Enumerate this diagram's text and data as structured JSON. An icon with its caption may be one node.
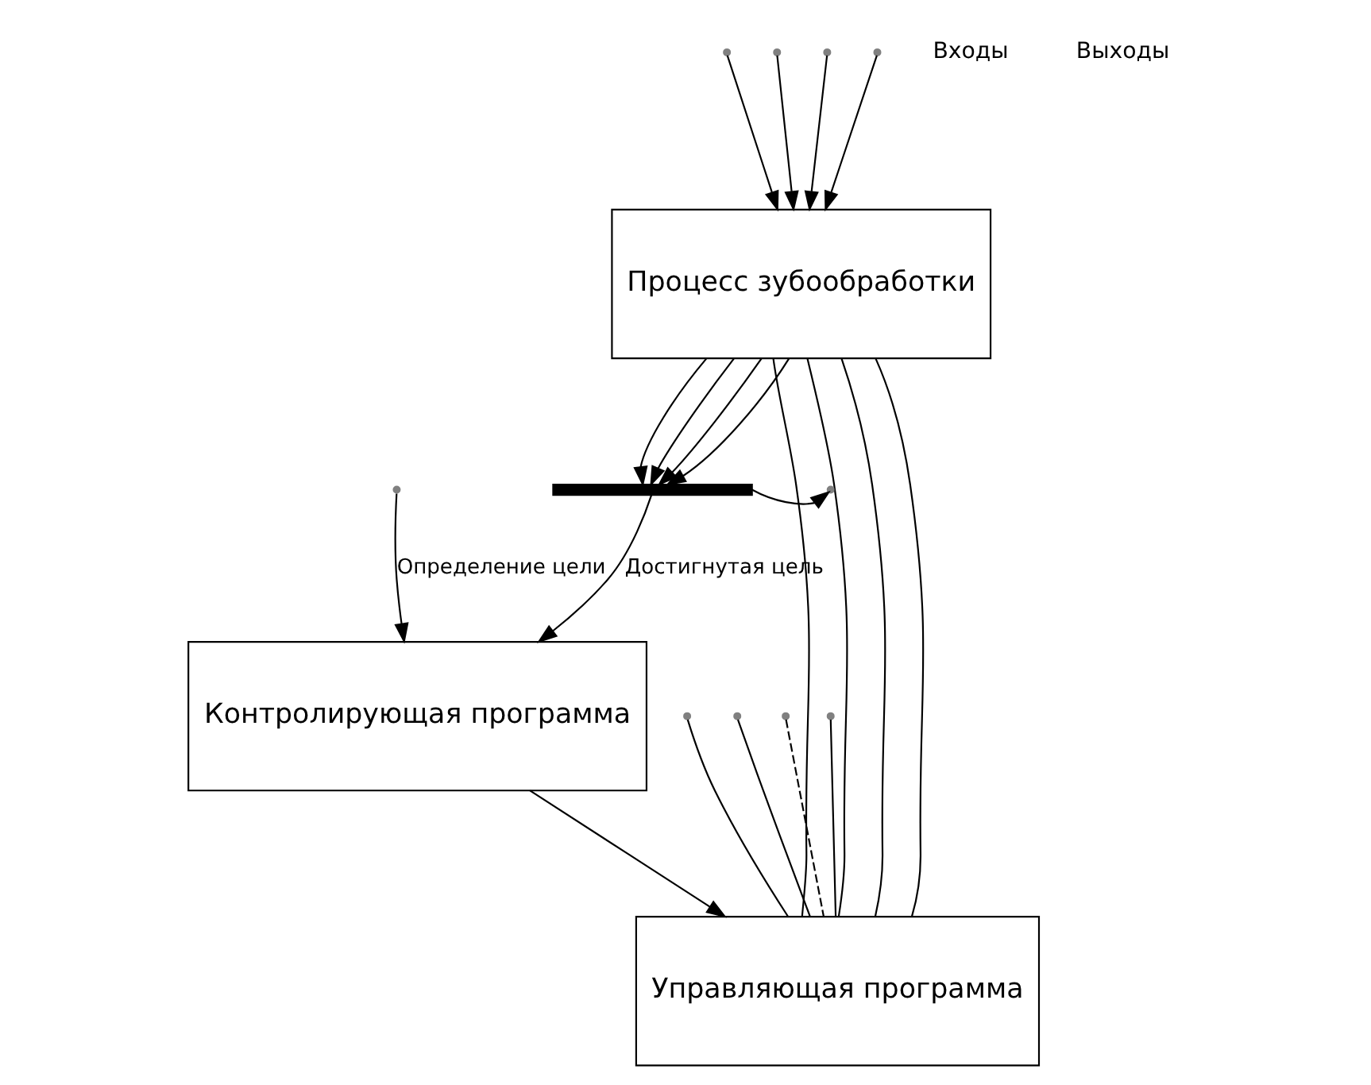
{
  "diagram": {
    "nodes": [
      {
        "text": [
          "Процесс зубообработки"
        ]
      },
      {
        "text": [
          "Управляющая программа"
        ]
      },
      {
        "text": [
          "Контролирующая программа"
        ]
      },
      {
        "text": [],
        "shape": "brace"
      }
    ],
    "edges": [
      {
        "from": null,
        "to": 0,
        "arrow": "to"
      },
      {
        "from": null,
        "to": 0,
        "arrow": "to"
      },
      {
        "from": null,
        "to": 0,
        "arrow": "to"
      },
      {
        "from": null,
        "to": 0,
        "arrow": "to"
      },
      {
        "from": null,
        "to": 1,
        "arrow": "none"
      },
      {
        "from": null,
        "to": 1,
        "arrow": "none"
      },
      {
        "from": null,
        "to": 1,
        "arrow": "none",
        "style": "dashed"
      },
      {
        "from": null,
        "to": 1,
        "arrow": "none"
      },
      {
        "from": 0,
        "to": 3,
        "arrow": "to"
      },
      {
        "from": 0,
        "to": 3,
        "arrow": "to"
      },
      {
        "from": 0,
        "to": 3,
        "arrow": "to"
      },
      {
        "from": 0,
        "to": 3,
        "arrow": "to"
      },
      {
        "from": 0,
        "to": 1,
        "arrow": "none"
      },
      {
        "from": 0,
        "to": 1,
        "arrow": "none"
      },
      {
        "from": 0,
        "to": 1,
        "arrow": "none"
      },
      {
        "from": 0,
        "to": 1,
        "arrow": "none"
      },
      {
        "from": 2,
        "to": 1,
        "arrow": "to"
      },
      {
        "from": null,
        "to": 2,
        "arrow": "to",
        "label": "Определение цели"
      },
      {
        "from": 3,
        "to": 2,
        "arrow": "to",
        "label": "Достигнутая цель"
      },
      {
        "from": 3,
        "to": null,
        "arrow": "to"
      }
    ],
    "labels": [
      "Входы",
      "Выходы"
    ]
  }
}
